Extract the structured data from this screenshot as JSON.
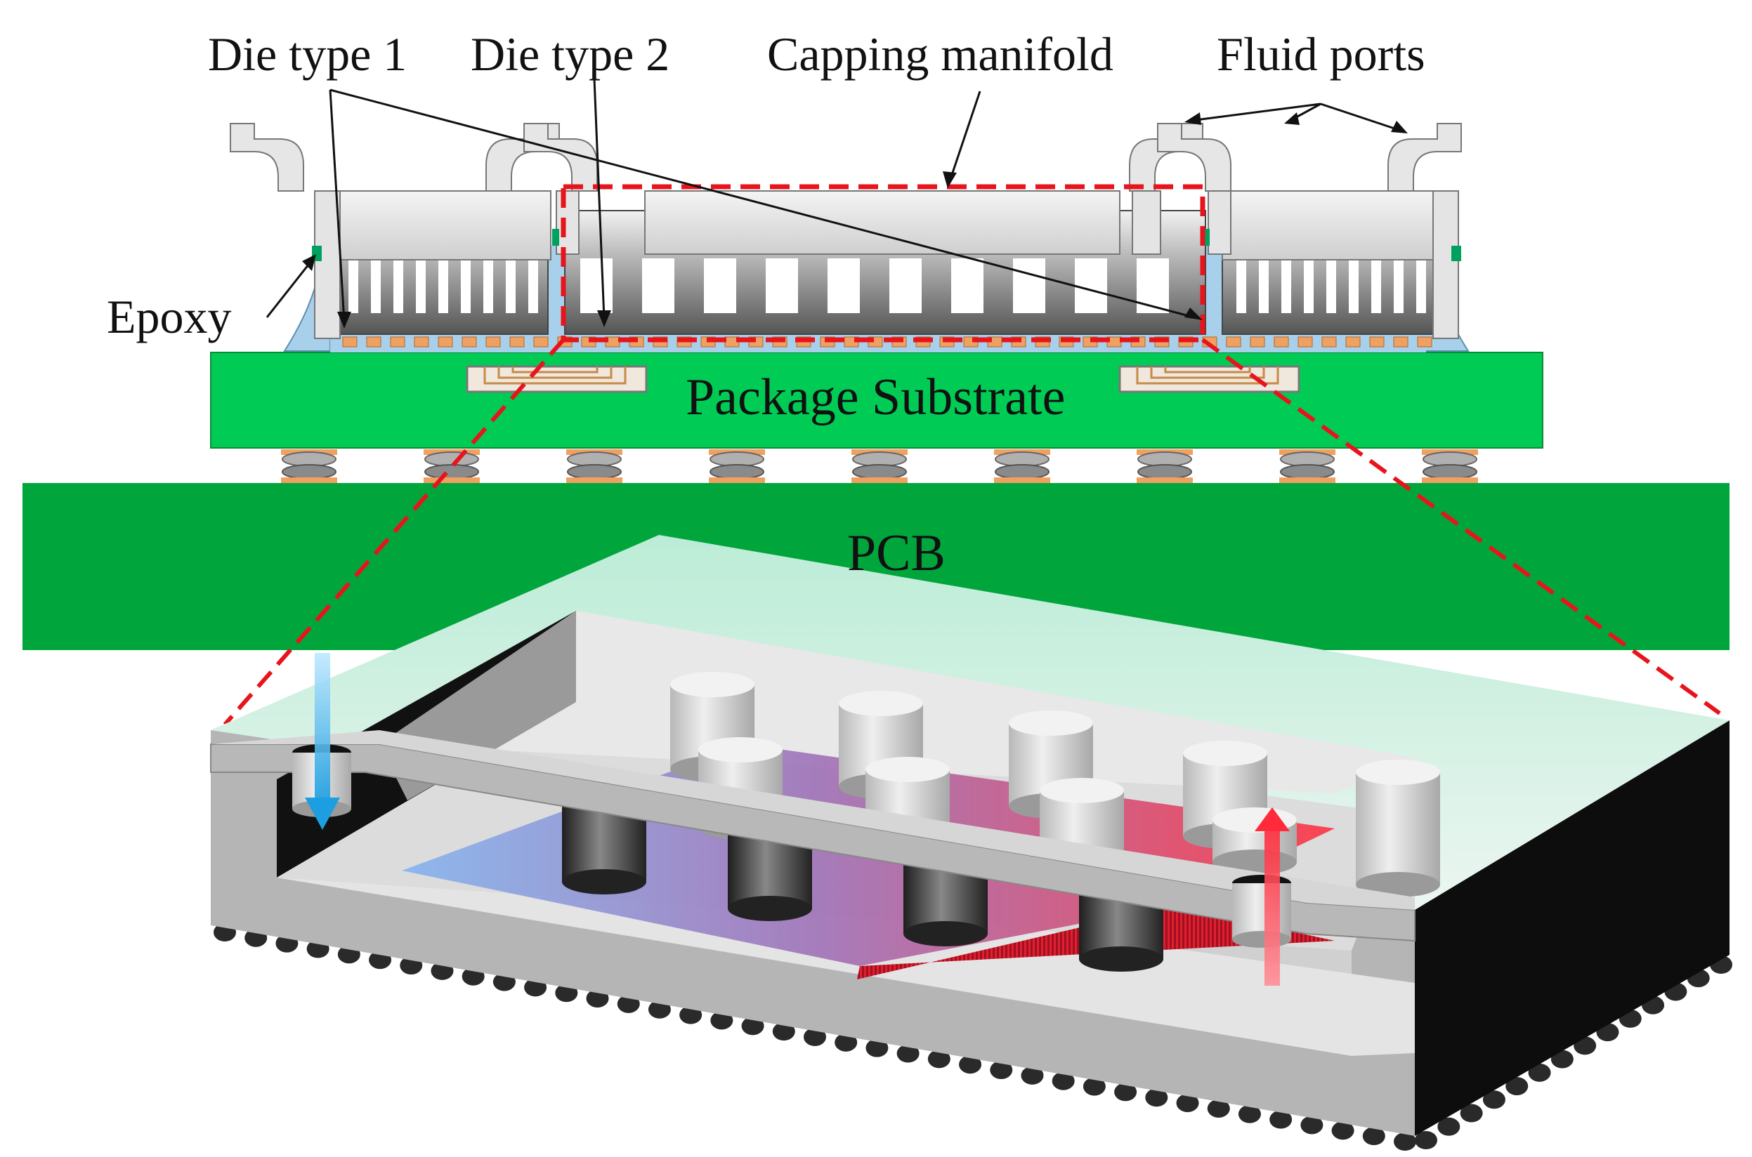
{
  "labels": {
    "die_type_1": "Die type 1",
    "die_type_2": "Die type 2",
    "capping_manifold": "Capping manifold",
    "fluid_ports": "Fluid ports",
    "epoxy": "Epoxy",
    "package_substrate": "Package Substrate",
    "pcb": "PCB"
  },
  "colors": {
    "pcb_green": "#00a63c",
    "substrate_green": "#00cc55",
    "epoxy_blue": "#a8d0ea",
    "solder_orange": "#f0a060",
    "highlight_red": "#e8141c",
    "coolant_in_blue": "#2aaee8",
    "coolant_out_red": "#ee4455",
    "manifold_gray": "#d9d9d9",
    "die_dark": "#555555"
  }
}
